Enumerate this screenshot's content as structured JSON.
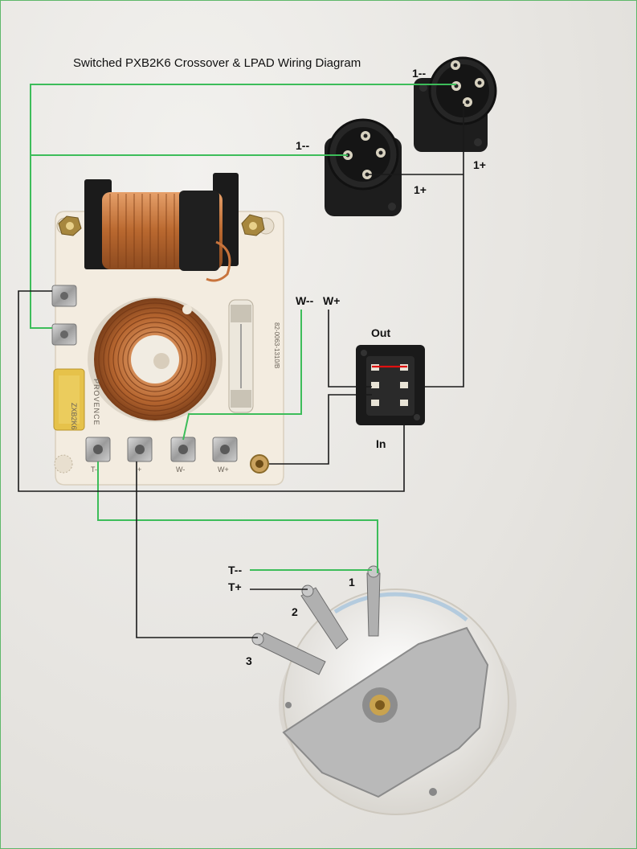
{
  "title": "Switched PXB2K6 Crossover & LPAD Wiring Diagram",
  "labels": {
    "jack_top_1_neg": "1--",
    "jack_top_1_pos": "1+",
    "jack_mid_1_neg": "1--",
    "jack_mid_1_pos": "1+",
    "w_neg": "W--",
    "w_pos": "W+",
    "switch_out": "Out",
    "switch_in": "In",
    "t_neg": "T--",
    "t_pos": "T+",
    "lpad_1": "1",
    "lpad_2": "2",
    "lpad_3": "3"
  },
  "board": {
    "terminal_labels": [
      "T-",
      "+",
      "W-",
      "W+"
    ],
    "model_text": "ZXB2K6",
    "brand_text": "PROVENCE",
    "part_number": "82-0063-1310/B"
  },
  "colors": {
    "green_wire": "#3dbd5a",
    "black_wire": "#1a1a1a",
    "red_jumper": "#e01010",
    "copper": "#c8743d",
    "board": "#f3ece0"
  }
}
